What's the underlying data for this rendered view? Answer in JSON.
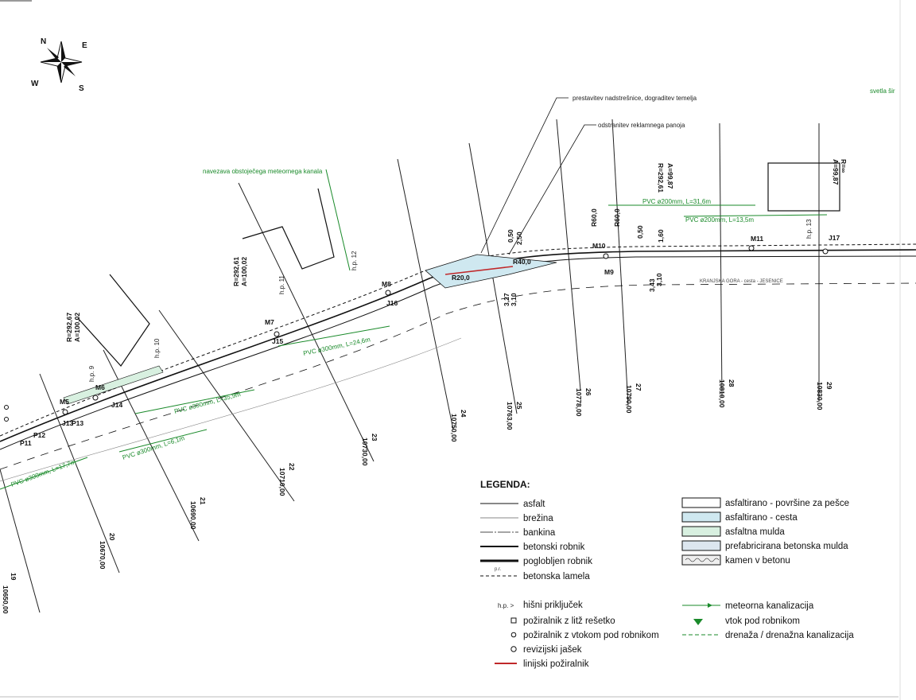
{
  "compass": {
    "n": "N",
    "e": "E",
    "s": "S",
    "w": "W"
  },
  "callouts": {
    "roof_relocation": "prestavitev nadstrešnice, dograditev temelja",
    "billboard_removal": "odstranitev reklamnega panoja",
    "storm_connection": "navezava obstoječega meteornega kanala",
    "top_right": "svetla šir"
  },
  "pipes": {
    "p1": "PVC ø200mm, L=31,6m",
    "p2": "PVC ø200mm, L=13,5m",
    "p3": "PVC ø300mm, L=24,6m",
    "p4": "PVC ø300mm, L=35,9m",
    "p5": "PVC ø300mm, L=6,1m",
    "p6": "PVC ø300mm, L=17,7m"
  },
  "stations": [
    {
      "num": "19",
      "km": "10650,00"
    },
    {
      "num": "20",
      "km": "10670,00"
    },
    {
      "num": "21",
      "km": "10690,00"
    },
    {
      "num": "22",
      "km": "10710,00"
    },
    {
      "num": "23",
      "km": "10730,00"
    },
    {
      "num": "24",
      "km": "10750,00"
    },
    {
      "num": "25",
      "km": "10763,00"
    },
    {
      "num": "26",
      "km": "10778,00"
    },
    {
      "num": "27",
      "km": "10790,00"
    },
    {
      "num": "28",
      "km": "10810,00"
    },
    {
      "num": "29",
      "km": "10830,00"
    }
  ],
  "curves": {
    "c1": "A=100,02",
    "c1r": "R=292,61",
    "c2": "A=99,87",
    "c2r": "R=292,61",
    "c3": "R=∞",
    "c3a": "A=99,87",
    "c4": "A=100,02",
    "c4r": "R=292,67"
  },
  "manholes": [
    "M5",
    "M6",
    "M7",
    "M8",
    "M9",
    "M10",
    "M11",
    "P11",
    "P12",
    "J13",
    "J14",
    "J15",
    "J16",
    "J17",
    "P13"
  ],
  "road_label": "KRANJSKA GORA - cesta - JESENICE",
  "radii": {
    "r1": "R40,0",
    "r2": "R20,0"
  },
  "dims": {
    "d1": "0,50",
    "d2": "2,50",
    "d3": "1,60",
    "d4": "0,50",
    "d5": "3,27",
    "d6": "3,10",
    "d7": "3,43",
    "d8": "3,10",
    "d9": "R60,0",
    "d10": "R60,0"
  },
  "hp": [
    "h.p. 10",
    "h.p. 11",
    "h.p. 12",
    "h.p. 13",
    "h.p. 9"
  ],
  "legend": {
    "title": "LEGENDA:",
    "lines": [
      "asfalt",
      "brežina",
      "bankina",
      "betonski robnik",
      "poglobljen robnik",
      "betonska lamela"
    ],
    "fills": [
      "asfaltirano - površine za pešce",
      "asfaltirano - cesta",
      "asfaltna mulda",
      "prefabricirana betonska mulda",
      "kamen v betonu"
    ],
    "symbols": [
      "hišni priključek",
      "požiralnik z litž rešetko",
      "požiralnik z vtokom pod robnikom",
      "revizijski jašek",
      "linijski požiralnik"
    ],
    "symbols_right": [
      "meteorna kanalizacija",
      "vtok pod robnikom",
      "drenaža / drenažna kanalizacija"
    ],
    "hp_prefix": "h.p. >",
    "pr": "p.r."
  },
  "colors": {
    "green": "#1a8a2a",
    "mulda": "#cfe8f0",
    "red": "#c0282a"
  }
}
